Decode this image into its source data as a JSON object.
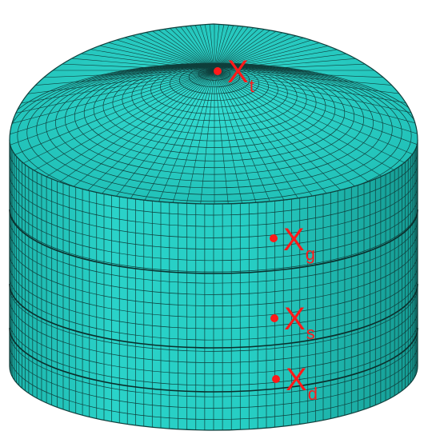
{
  "colors": {
    "mesh_fill": "#26c9c0",
    "mesh_fill_dark": "#1aa59d",
    "mesh_line": "#0f3f3c",
    "marker": "#ff1a1a",
    "background": "#ffffff"
  },
  "points": [
    {
      "id": "t",
      "main": "X",
      "sub": "t"
    },
    {
      "id": "g",
      "main": "X",
      "sub": "g"
    },
    {
      "id": "s",
      "main": "X",
      "sub": "s"
    },
    {
      "id": "d",
      "main": "X",
      "sub": "d"
    }
  ]
}
